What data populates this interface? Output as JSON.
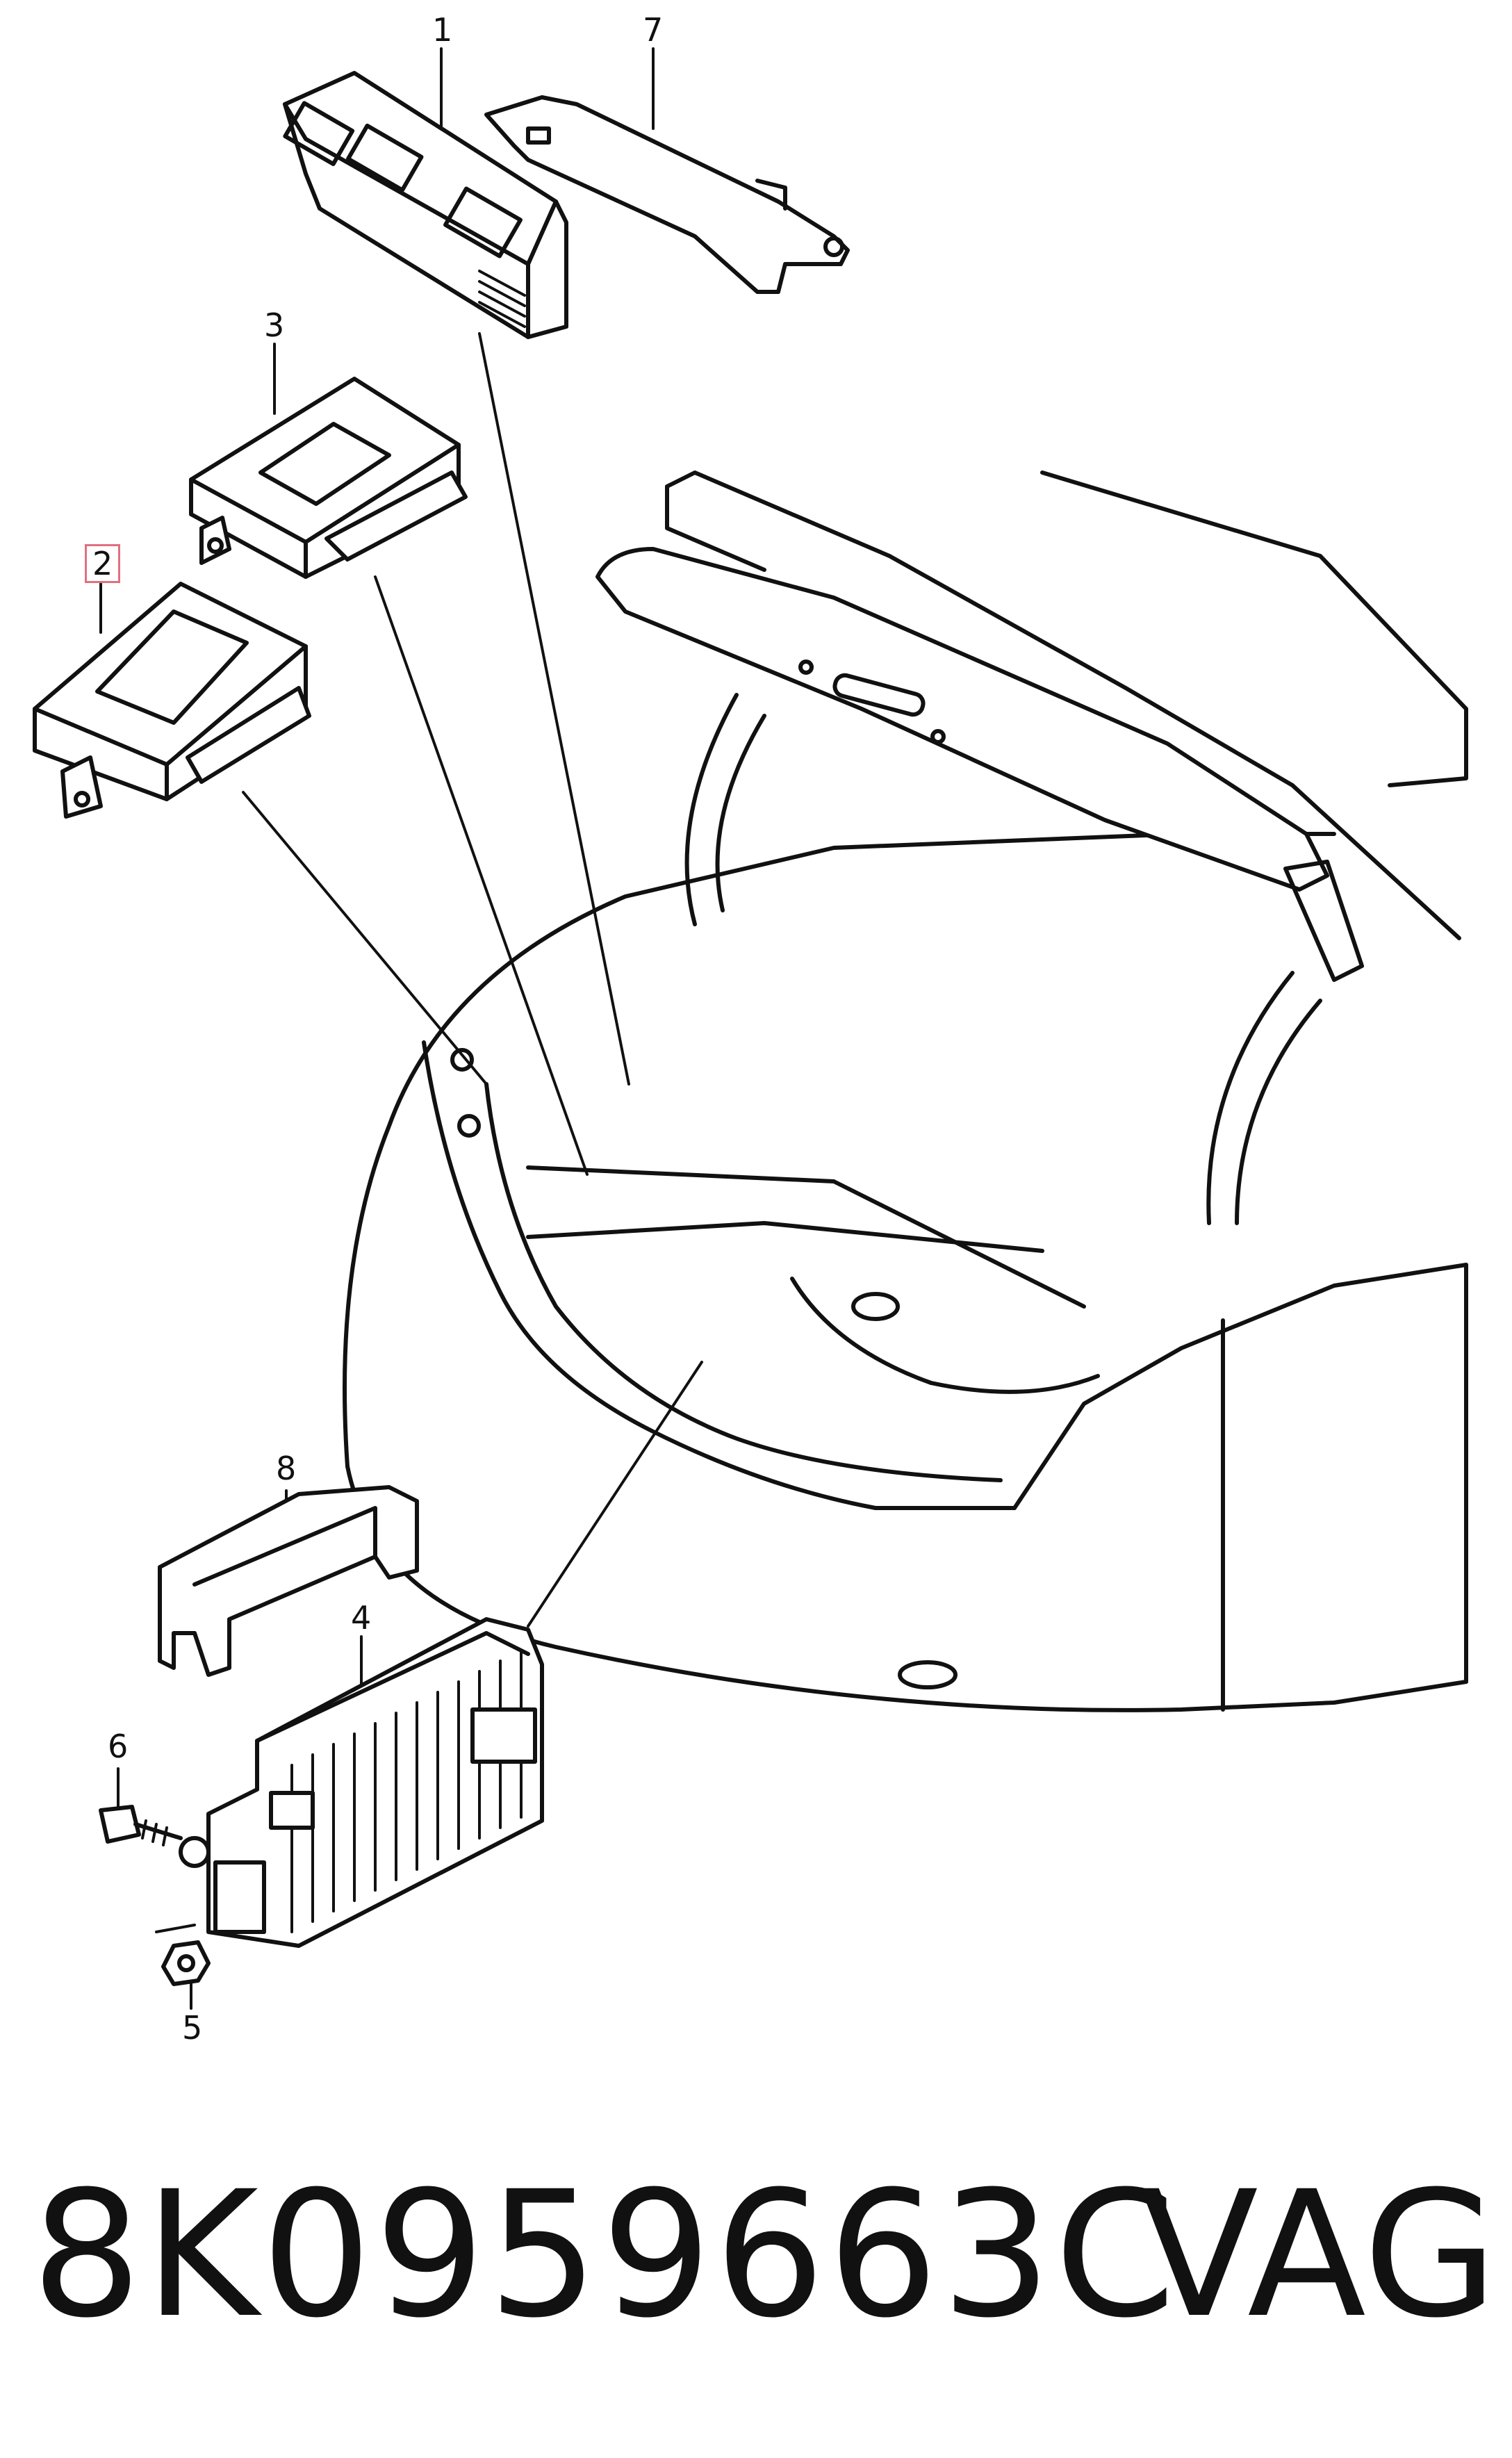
{
  "callouts": {
    "c1": "1",
    "c2": "2",
    "c3": "3",
    "c4": "4",
    "c5": "5",
    "c6": "6",
    "c7": "7",
    "c8": "8"
  },
  "footer": {
    "part_number": "8K0959663C",
    "brand": "VAG"
  },
  "highlight_color": "#e07080"
}
